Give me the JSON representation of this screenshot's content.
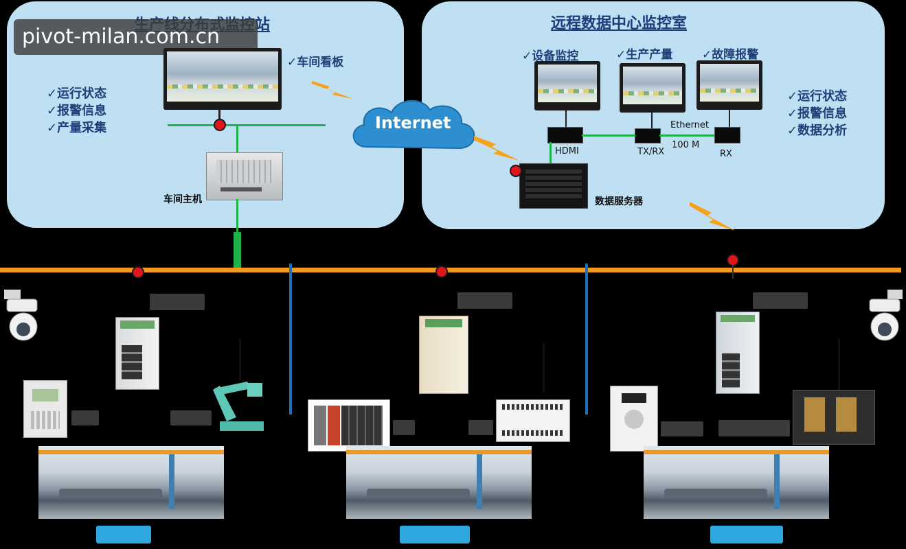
{
  "watermark": "pivot-milan.com.cn",
  "left_panel": {
    "title": "生产线分布式监控站",
    "board_label": "✓车间看板",
    "checklist": [
      "✓运行状态",
      "✓报警信息",
      "✓产量采集"
    ],
    "host_label": "车间主机"
  },
  "right_panel": {
    "title": "远程数据中心监控室",
    "monitors": [
      "✓设备监控",
      "✓生产产量",
      "✓故障报警"
    ],
    "checklist": [
      "✓运行状态",
      "✓报警信息",
      "✓数据分析"
    ],
    "hdmi": "HDMI",
    "txrx": "TX/RX",
    "rx": "RX",
    "ethernet": "Ethernet",
    "speed": "100 M",
    "server_label": "数据服务器"
  },
  "cloud": {
    "label": "Internet"
  },
  "colors": {
    "panel_bg": "#bfe0f3",
    "title_blue": "#1c3d7a",
    "bus_orange": "#f39a1e",
    "link_green": "#1db34a",
    "drop_blue": "#1f6fb8",
    "alert_red": "#e0161b",
    "bolt_orange": "#f7a21b",
    "cloud_blue": "#2e8fd0"
  }
}
